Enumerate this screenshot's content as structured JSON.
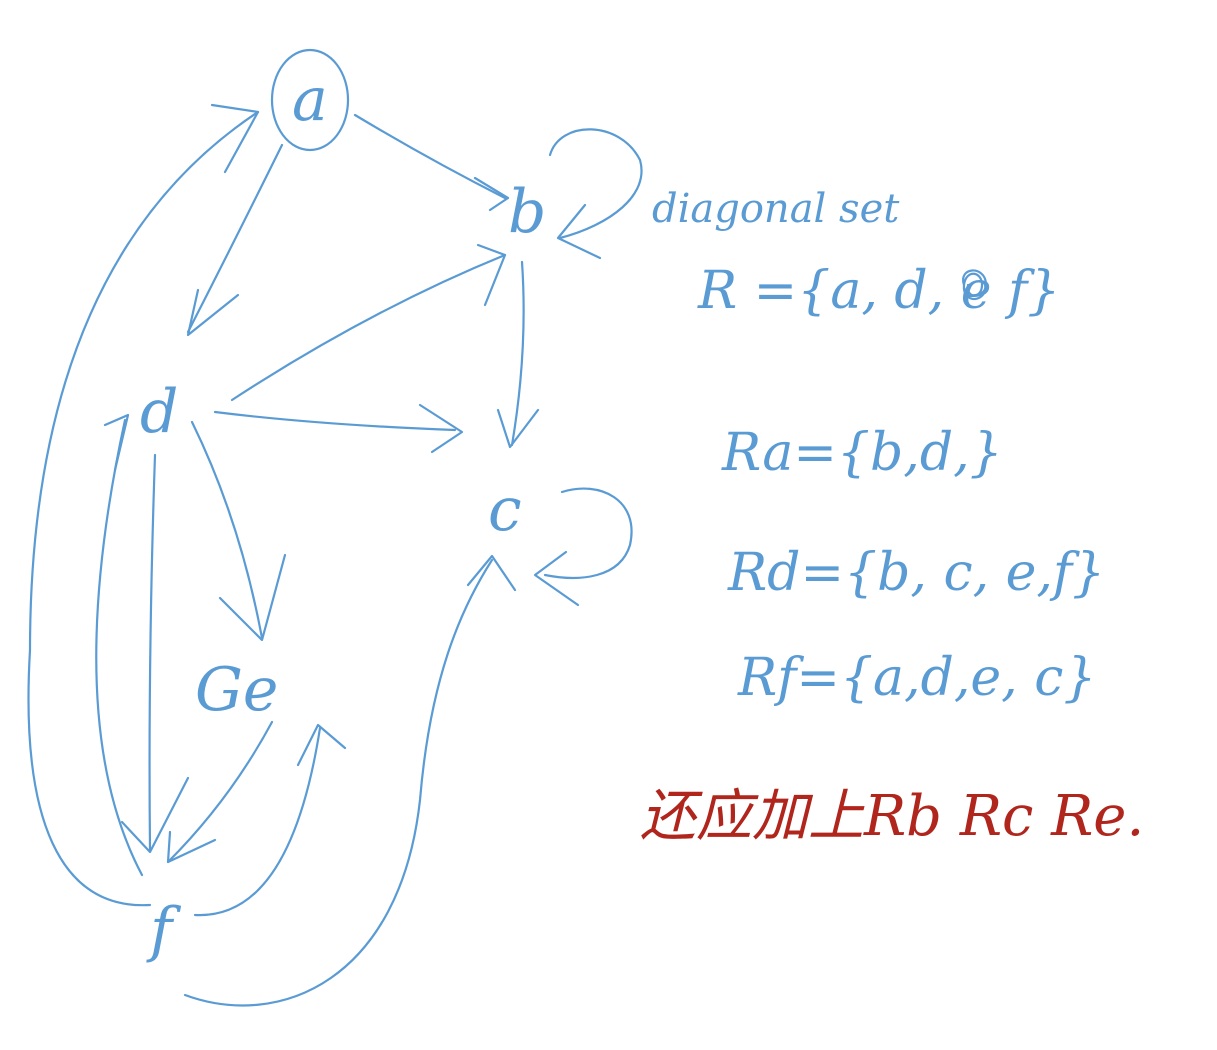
{
  "nodes": {
    "a": "a",
    "b": "b",
    "c": "c",
    "d": "d",
    "e": "Ge",
    "f": "f"
  },
  "annotations": {
    "diagonal_note": "diagonal set",
    "diagonal_set": "R ={a, d, e f}",
    "ra": "Ra={b,d,}",
    "rd": "Rd={b, c, e,f}",
    "rf": "Rf={a,d,e, c}",
    "red_note": "还应加上Rb Rc Re."
  },
  "colors": {
    "ink_blue": "#5a9bd4",
    "ink_red": "#b0261d"
  }
}
